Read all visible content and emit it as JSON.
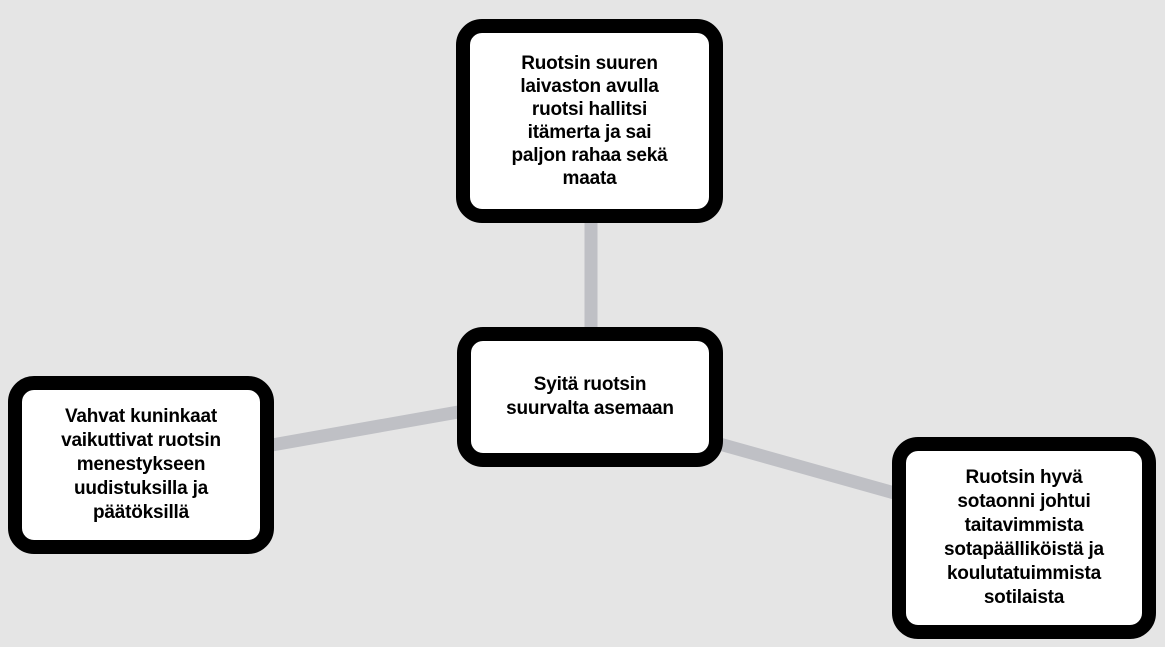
{
  "diagram": {
    "type": "mind-map",
    "title": "Syitä ruotsin suurvalta asemaan",
    "language": "fi",
    "background_color": "#e5e5e5",
    "node_fill_color": "#ffffff",
    "node_border_color": "#000000",
    "connector_color": "#bfc0c5",
    "nodes": [
      {
        "id": "center",
        "role": "root",
        "text": "Syitä ruotsin\nsuurvalta asemaan"
      },
      {
        "id": "top",
        "role": "branch",
        "text": "Ruotsin suuren\nlaivaston avulla\nruotsi hallitsi\nitämerta ja sai\npaljon rahaa sekä\nmaata"
      },
      {
        "id": "left",
        "role": "branch",
        "text": "Vahvat kuninkaat\nvaikuttivat ruotsin\nmenestykseen\nuudistuksilla ja\npäätöksillä"
      },
      {
        "id": "bottom_right",
        "role": "branch",
        "text": "Ruotsin hyvä\nsotaonni johtui\ntaitavimmista\nsotapäälliköistä ja\nkoulutatuimmista\nsotilaista"
      }
    ],
    "connectors": [
      {
        "id": "center-to-top",
        "from": "center",
        "to": "top"
      },
      {
        "id": "center-to-left",
        "from": "center",
        "to": "left"
      },
      {
        "id": "center-to-bottom-right",
        "from": "center",
        "to": "bottom_right"
      }
    ]
  }
}
